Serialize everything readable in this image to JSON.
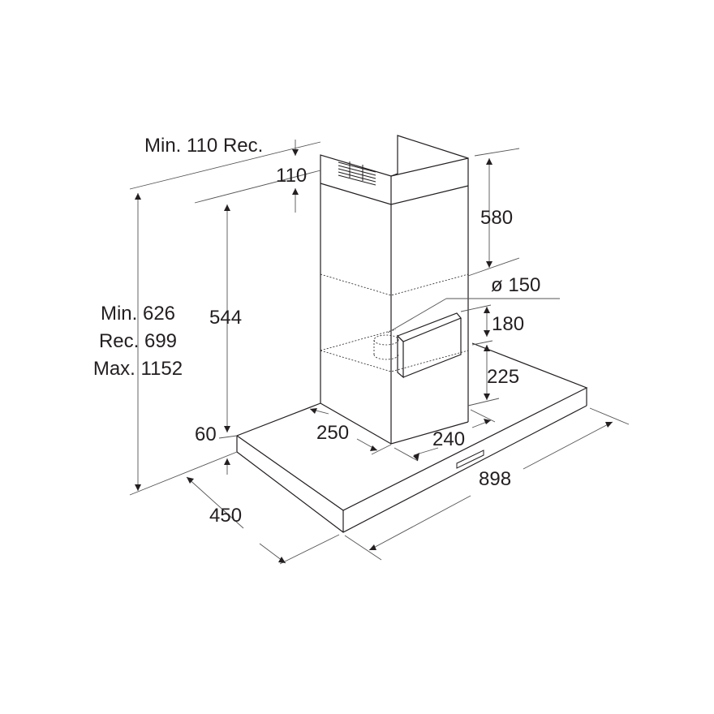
{
  "title": "Chimney hood dimensions",
  "colors": {
    "line": "#231f20",
    "dim": "#555555"
  },
  "labels": {
    "min_rec_top": "Min. 110 Rec.",
    "d110": "110",
    "d580": "580",
    "diameter": "ø 150",
    "d180": "180",
    "d225": "225",
    "d544": "544",
    "height_range": [
      "Min. 626",
      "Rec. 699",
      "Max. 1152"
    ],
    "d60": "60",
    "d250": "250",
    "d240": "240",
    "d898": "898",
    "d450": "450"
  }
}
